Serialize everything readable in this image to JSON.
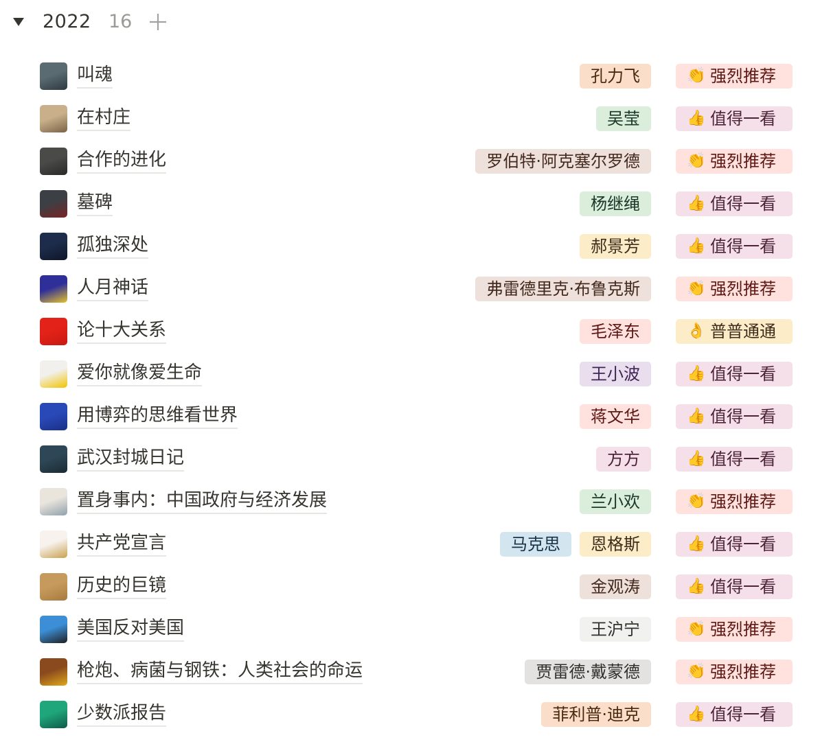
{
  "group": {
    "title": "2022",
    "count": "16",
    "toggle_icon": "triangle-down-icon",
    "add_icon": "plus-icon"
  },
  "colors": {
    "text": "#37352f",
    "muted": "#9b9a97",
    "underline": "#e6e6e4"
  },
  "tag_styles": {
    "orange": {
      "bg": "#fadec9",
      "fg": "#49290e"
    },
    "green": {
      "bg": "#dbeddb",
      "fg": "#1c3829"
    },
    "brown": {
      "bg": "#eee0da",
      "fg": "#442a1e"
    },
    "yellow": {
      "bg": "#fdecc8",
      "fg": "#402c1b"
    },
    "red": {
      "bg": "#ffe2dd",
      "fg": "#5d1715"
    },
    "purple": {
      "bg": "#e8deee",
      "fg": "#412454"
    },
    "pink": {
      "bg": "#f5e0e9",
      "fg": "#4c2337"
    },
    "blue": {
      "bg": "#d3e5ef",
      "fg": "#183347"
    },
    "lightgray": {
      "bg": "#f1f1ef",
      "fg": "#32302c"
    },
    "gray": {
      "bg": "#e3e2e0",
      "fg": "#32302c"
    }
  },
  "ratings": {
    "strong": {
      "emoji": "👏",
      "icon": "clapping-hands-icon",
      "label": "强烈推荐",
      "style": "red"
    },
    "worth": {
      "emoji": "👍",
      "icon": "thumbs-up-icon",
      "label": "值得一看",
      "style": "pink"
    },
    "ok": {
      "emoji": "👌",
      "icon": "ok-hand-icon",
      "label": "普普通通",
      "style": "yellow"
    }
  },
  "books": [
    {
      "title": "叫魂",
      "cover": [
        "#5a6b72",
        "#2e3a40"
      ],
      "authors": [
        {
          "name": "孔力飞",
          "style": "orange"
        }
      ],
      "rating": "strong",
      "rating_label": "强烈推荐",
      "rating_emoji": "👏"
    },
    {
      "title": "在村庄",
      "cover": [
        "#c9b08a",
        "#7a6247"
      ],
      "authors": [
        {
          "name": "吴莹",
          "style": "green"
        }
      ],
      "rating": "worth",
      "rating_label": "值得一看",
      "rating_emoji": "👍"
    },
    {
      "title": "合作的进化",
      "cover": [
        "#4a4a48",
        "#2a2a28"
      ],
      "authors": [
        {
          "name": "罗伯特·阿克塞尔罗德",
          "style": "brown"
        }
      ],
      "rating": "strong",
      "rating_label": "强烈推荐",
      "rating_emoji": "👏"
    },
    {
      "title": "墓碑",
      "cover": [
        "#3c3f44",
        "#7a2424"
      ],
      "authors": [
        {
          "name": "杨继绳",
          "style": "green"
        }
      ],
      "rating": "worth",
      "rating_label": "值得一看",
      "rating_emoji": "👍"
    },
    {
      "title": "孤独深处",
      "cover": [
        "#1d2c4a",
        "#0e1628"
      ],
      "authors": [
        {
          "name": "郝景芳",
          "style": "yellow"
        }
      ],
      "rating": "worth",
      "rating_label": "值得一看",
      "rating_emoji": "👍"
    },
    {
      "title": "人月神话",
      "cover": [
        "#2f2f9a",
        "#e6c22b"
      ],
      "authors": [
        {
          "name": "弗雷德里克·布鲁克斯",
          "style": "brown"
        }
      ],
      "rating": "strong",
      "rating_label": "强烈推荐",
      "rating_emoji": "👏"
    },
    {
      "title": "论十大关系",
      "cover": [
        "#e32219",
        "#c81a12"
      ],
      "authors": [
        {
          "name": "毛泽东",
          "style": "red"
        }
      ],
      "rating": "ok",
      "rating_label": "普普通通",
      "rating_emoji": "👌"
    },
    {
      "title": "爱你就像爱生命",
      "cover": [
        "#f1f0ec",
        "#f2c300"
      ],
      "authors": [
        {
          "name": "王小波",
          "style": "purple"
        }
      ],
      "rating": "worth",
      "rating_label": "值得一看",
      "rating_emoji": "👍"
    },
    {
      "title": "用博弈的思维看世界",
      "cover": [
        "#2a49b8",
        "#1a2f86"
      ],
      "authors": [
        {
          "name": "蒋文华",
          "style": "red"
        }
      ],
      "rating": "worth",
      "rating_label": "值得一看",
      "rating_emoji": "👍"
    },
    {
      "title": "武汉封城日记",
      "cover": [
        "#2e4756",
        "#1b2a34"
      ],
      "authors": [
        {
          "name": "方方",
          "style": "pink"
        }
      ],
      "rating": "worth",
      "rating_label": "值得一看",
      "rating_emoji": "👍"
    },
    {
      "title": "置身事内：中国政府与经济发展",
      "cover": [
        "#e9e4dc",
        "#8fa1ac"
      ],
      "authors": [
        {
          "name": "兰小欢",
          "style": "green"
        }
      ],
      "rating": "strong",
      "rating_label": "强烈推荐",
      "rating_emoji": "👏"
    },
    {
      "title": "共产党宣言",
      "cover": [
        "#f7f2ee",
        "#c9a14e"
      ],
      "authors": [
        {
          "name": "马克思",
          "style": "blue"
        },
        {
          "name": "恩格斯",
          "style": "yellow"
        }
      ],
      "rating": "worth",
      "rating_label": "值得一看",
      "rating_emoji": "👍"
    },
    {
      "title": "历史的巨镜",
      "cover": [
        "#c69a5c",
        "#a87a40"
      ],
      "authors": [
        {
          "name": "金观涛",
          "style": "brown"
        }
      ],
      "rating": "worth",
      "rating_label": "值得一看",
      "rating_emoji": "👍"
    },
    {
      "title": "美国反对美国",
      "cover": [
        "#3c8fd6",
        "#1f1f22"
      ],
      "authors": [
        {
          "name": "王沪宁",
          "style": "lightgray"
        }
      ],
      "rating": "strong",
      "rating_label": "强烈推荐",
      "rating_emoji": "👏"
    },
    {
      "title": "枪炮、病菌与钢铁：人类社会的命运",
      "cover": [
        "#8b4a1e",
        "#e0a81c"
      ],
      "authors": [
        {
          "name": "贾雷德·戴蒙德",
          "style": "gray"
        }
      ],
      "rating": "strong",
      "rating_label": "强烈推荐",
      "rating_emoji": "👏"
    },
    {
      "title": "少数派报告",
      "cover": [
        "#1fa67a",
        "#0f5a48"
      ],
      "authors": [
        {
          "name": "菲利普·迪克",
          "style": "orange"
        }
      ],
      "rating": "worth",
      "rating_label": "值得一看",
      "rating_emoji": "👍"
    }
  ]
}
